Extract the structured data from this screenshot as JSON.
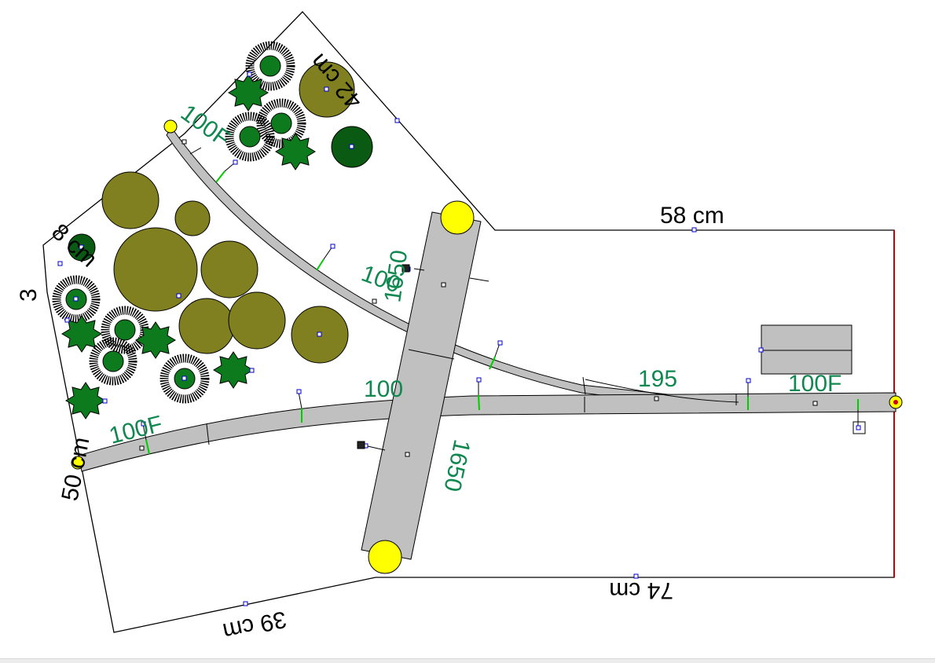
{
  "dimensions": {
    "d58": "58 cm",
    "d42": "42 cm",
    "d8": "8 cm",
    "d3": "3",
    "d50": "50 cm",
    "d39": "39 cm",
    "d74": "74 cm"
  },
  "track_labels": {
    "t100f_top": "100F",
    "t100f_left": "100F",
    "t100f_right": "100F",
    "t100_mid": "100",
    "t100_cross": "100",
    "t195": "195",
    "t1650_top": "1650",
    "t1650_bottom": "1650"
  },
  "colors": {
    "track": "#c0c0c0",
    "label_green": "#108850",
    "endpoint_yellow": "#ffff00",
    "tree_olive": "#808020",
    "tree_dark": "#0a5a14",
    "tree_green": "#0e7a1e",
    "edge_red": "#cc0000",
    "handle_blue": "#0000cc"
  }
}
